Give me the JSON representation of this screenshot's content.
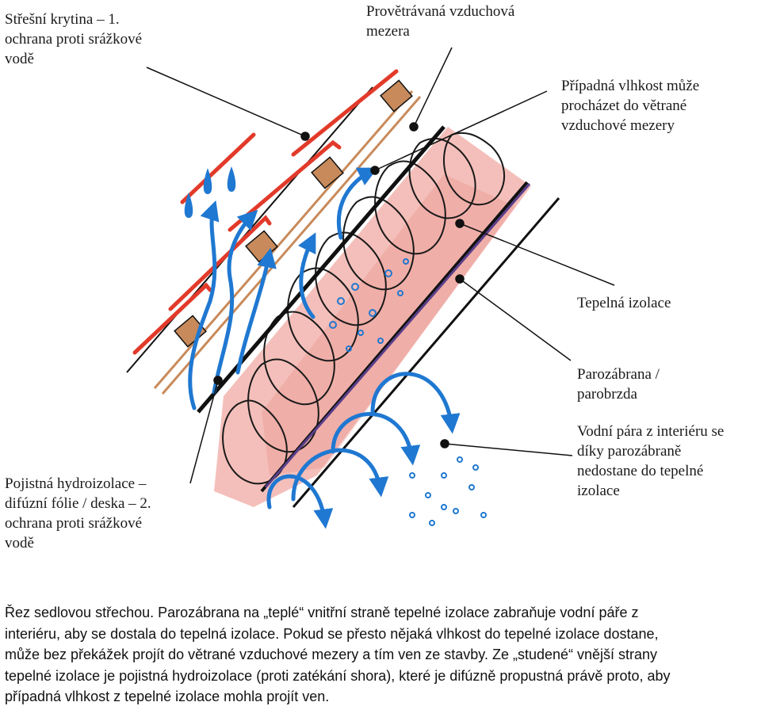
{
  "labels": {
    "roof_covering": "Střešní krytina – 1.\nochrana proti srážkové\nvodě",
    "air_gap": "Provětrávaná vzduchová\nmezera",
    "moisture_escape": "Případná vlhkost může\nprocházet do větrané\nvzduchové mezery",
    "thermal_insulation": "Tepelná izolace",
    "vapor_barrier": "Parozábrana /\nparobrzda",
    "vapor_blocked": "Vodní pára z interiéru se\ndíky parozábraně\nnedostane do tepelné\nizolace",
    "underlay": "Pojistná hydroizolace –\ndifúzní fólie / deska – 2.\nochrana proti srážkové\nvodě"
  },
  "caption": "Řez sedlovou střechou. Parozábrana na „teplé“ vnitřní straně tepelné izolace zabraňuje vodní páře z interiéru, aby se dostala do tepelná izolace. Pokud se přesto nějaká vlhkost do tepelné izolace dostane, může bez překážek projít do větrané  vzduchové mezery a tím ven ze stavby. Ze „studené“ vnější strany tepelné izolace je pojistná hydroizolace (proti zatékání shora), které je difúzně propustná právě proto, aby případná vlhkost z tepelné izolace mohla projít ven.",
  "colors": {
    "insulation_fill": "#f2b4ae",
    "insulation_loops": "#1a1a1a",
    "roof_tile": "#e23a2a",
    "batten": "#c88a5a",
    "water_arrows": "#1f78d1",
    "vapor_barrier_line": "#5a3f8a",
    "leader_lines": "#111111"
  }
}
